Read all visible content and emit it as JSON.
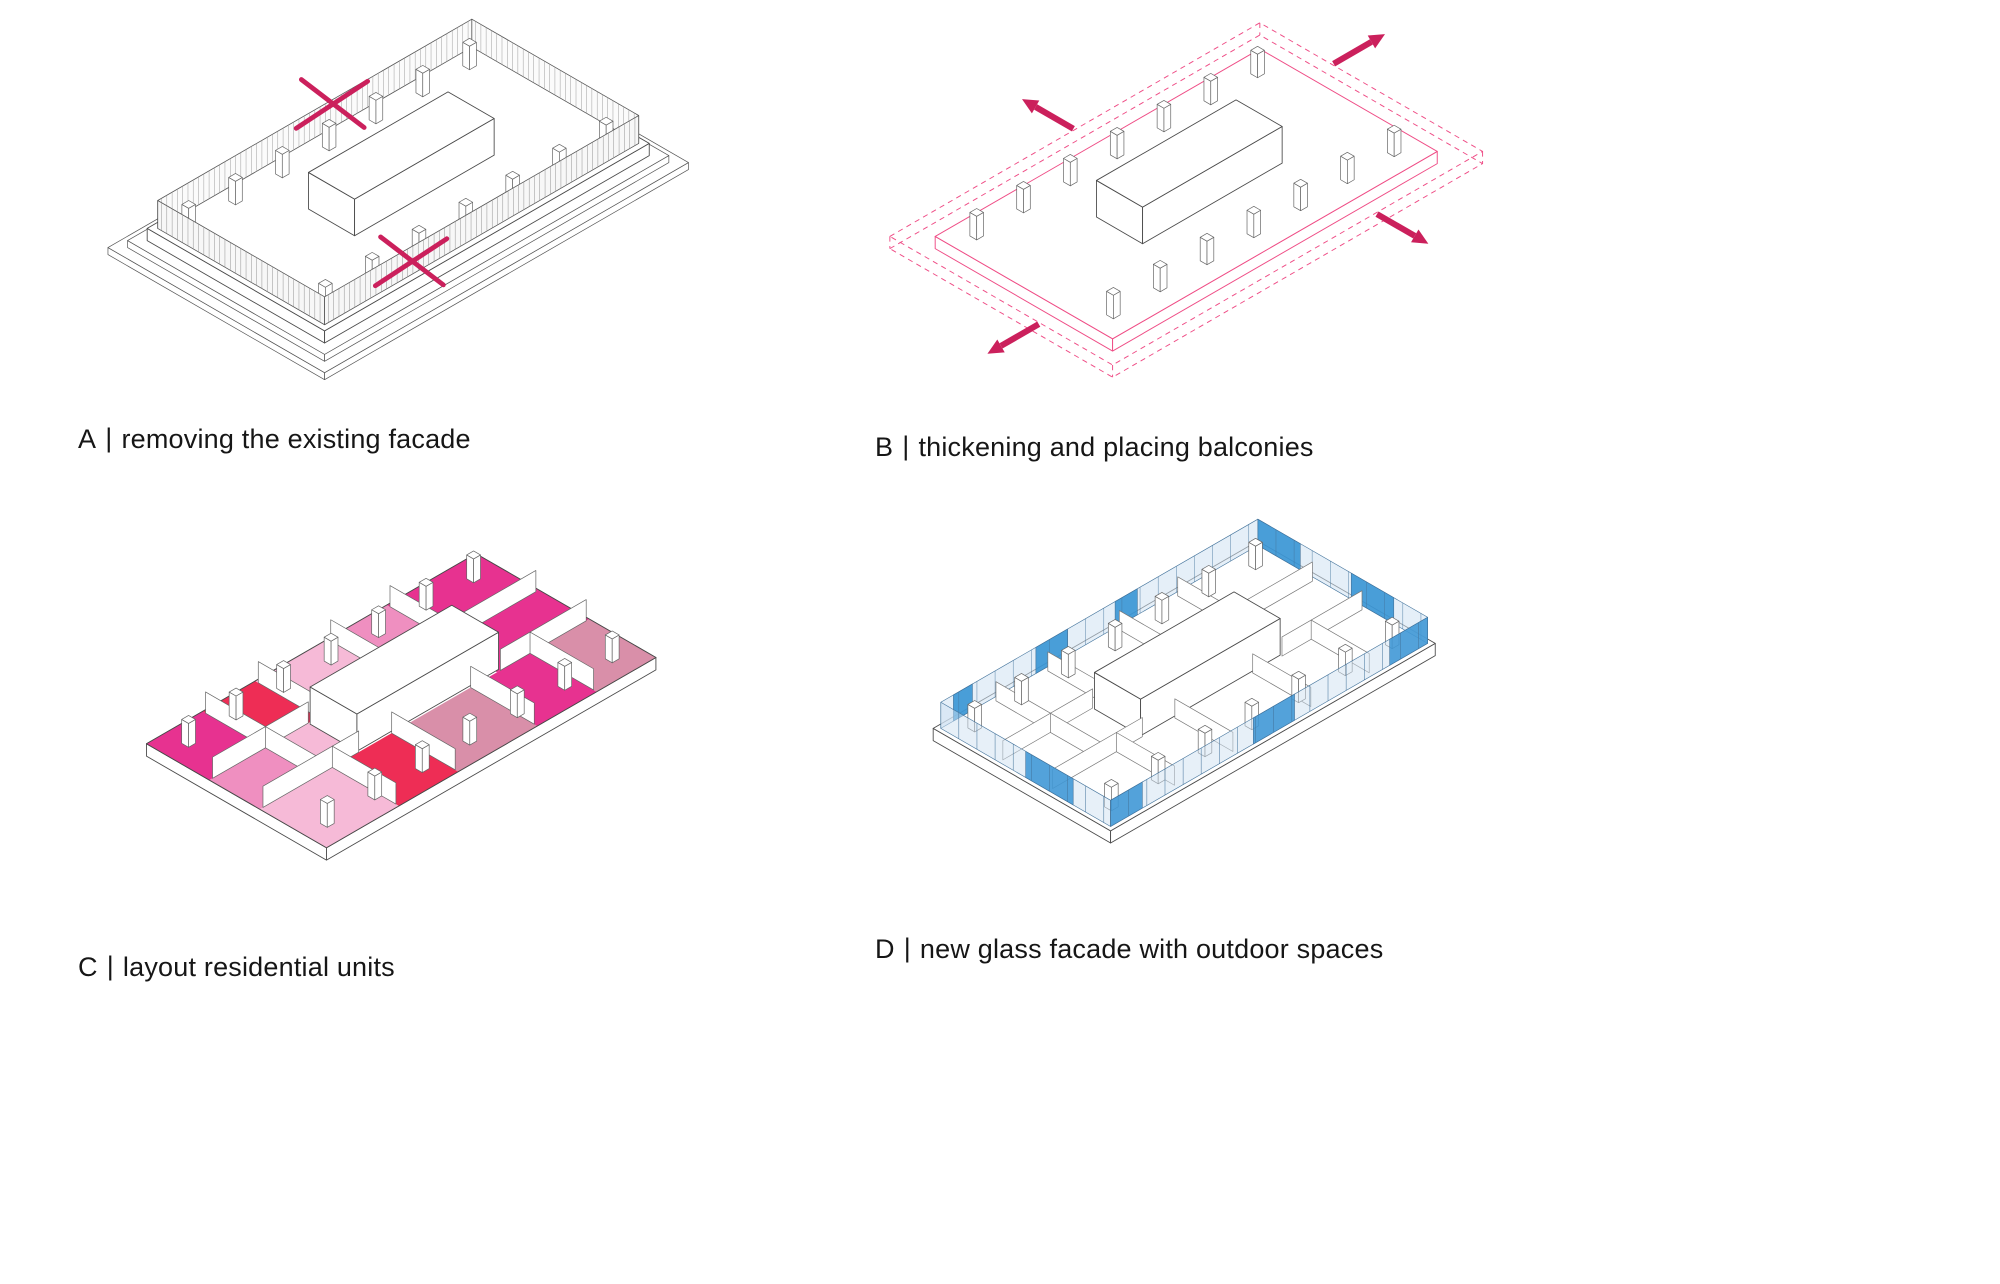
{
  "page": {
    "background": "#ffffff"
  },
  "accent": "#cb205c",
  "accent_soft": "#ef4d86",
  "line_color": "#4a4a4a",
  "panels": {
    "a": {
      "letter": "A",
      "separator": "|",
      "caption": "removing the existing facade"
    },
    "b": {
      "letter": "B",
      "separator": "|",
      "caption": "thickening and placing balconies"
    },
    "c": {
      "letter": "C",
      "separator": "|",
      "caption": "layout residential units"
    },
    "d": {
      "letter": "D",
      "separator": "|",
      "caption": "new glass facade with outdoor spaces"
    }
  },
  "panel_c_units": [
    {
      "u0": 0.0,
      "u1": 0.17,
      "v0": 0.0,
      "v1": 0.35,
      "color": "#e73290"
    },
    {
      "u0": 0.17,
      "u1": 0.33,
      "v0": 0.0,
      "v1": 0.35,
      "color": "#ee2d55"
    },
    {
      "u0": 0.33,
      "u1": 0.55,
      "v0": 0.0,
      "v1": 0.35,
      "color": "#f6bad7"
    },
    {
      "u0": 0.55,
      "u1": 0.73,
      "v0": 0.0,
      "v1": 0.35,
      "color": "#ef8fc0"
    },
    {
      "u0": 0.73,
      "u1": 1.0,
      "v0": 0.0,
      "v1": 0.35,
      "color": "#e73290"
    },
    {
      "u0": 0.0,
      "u1": 0.17,
      "v0": 0.35,
      "v1": 0.63,
      "color": "#ef8fc0"
    },
    {
      "u0": 0.17,
      "u1": 0.3,
      "v0": 0.35,
      "v1": 0.63,
      "color": "#f6bad7"
    },
    {
      "u0": 0.72,
      "u1": 1.0,
      "v0": 0.35,
      "v1": 0.63,
      "color": "#e73290"
    },
    {
      "u0": 0.0,
      "u1": 0.22,
      "v0": 0.63,
      "v1": 1.0,
      "color": "#f6bad7"
    },
    {
      "u0": 0.22,
      "u1": 0.4,
      "v0": 0.63,
      "v1": 1.0,
      "color": "#ee2d55"
    },
    {
      "u0": 0.4,
      "u1": 0.64,
      "v0": 0.63,
      "v1": 1.0,
      "color": "#d98fa9"
    },
    {
      "u0": 0.64,
      "u1": 0.82,
      "v0": 0.63,
      "v1": 1.0,
      "color": "#e73290"
    },
    {
      "u0": 0.82,
      "u1": 1.0,
      "v0": 0.63,
      "v1": 1.0,
      "color": "#d98fa9"
    }
  ],
  "panel_d_glass": {
    "light": "#cfe2f2",
    "dark": "#2e8fd2",
    "frame": "#44749c",
    "highlights": [
      {
        "side": "NW",
        "from": 0.04,
        "to": 0.1
      },
      {
        "side": "NW",
        "from": 0.3,
        "to": 0.4
      },
      {
        "side": "NW",
        "from": 0.55,
        "to": 0.62
      },
      {
        "side": "NE",
        "from": 0.0,
        "to": 0.25
      },
      {
        "side": "NE",
        "from": 0.55,
        "to": 0.8
      },
      {
        "side": "SE",
        "from": 0.0,
        "to": 0.1
      },
      {
        "side": "SE",
        "from": 0.45,
        "to": 0.58
      },
      {
        "side": "SE",
        "from": 0.88,
        "to": 1.0
      },
      {
        "side": "SW",
        "from": 0.5,
        "to": 0.78
      }
    ]
  }
}
